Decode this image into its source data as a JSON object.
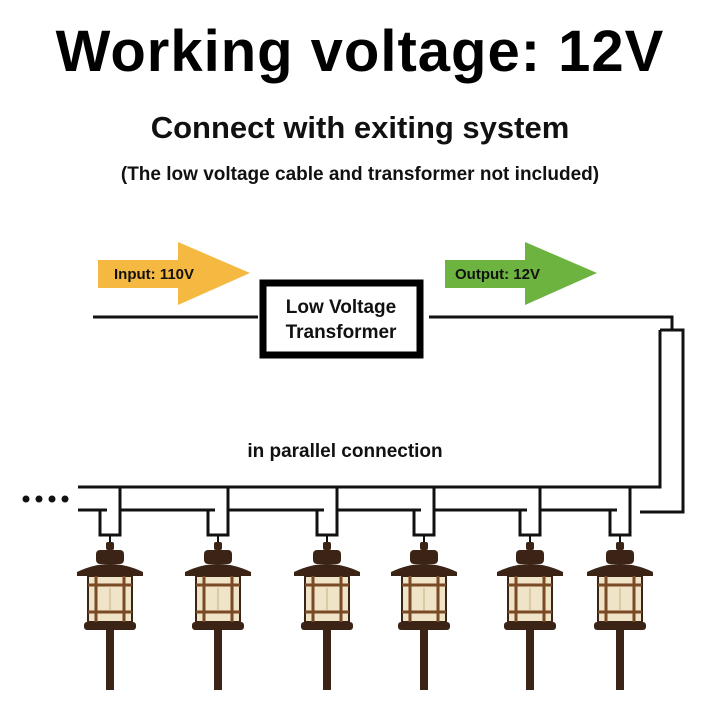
{
  "title": "Working voltage: 12V",
  "subtitle": "Connect with exiting system",
  "note": "(The low voltage cable and transformer not included)",
  "diagram": {
    "input_arrow": {
      "label": "Input: 110V",
      "color": "#F5B942"
    },
    "output_arrow": {
      "label": "Output: 12V",
      "color": "#6DB33F"
    },
    "transformer": {
      "line1": "Low Voltage",
      "line2": "Transformer"
    },
    "connection_label": "in parallel connection",
    "continuation": "....",
    "lamp_count": 6,
    "wire_color": "#111111",
    "lamp_color": "#3b2415",
    "glass_color": "#efe3c8"
  }
}
